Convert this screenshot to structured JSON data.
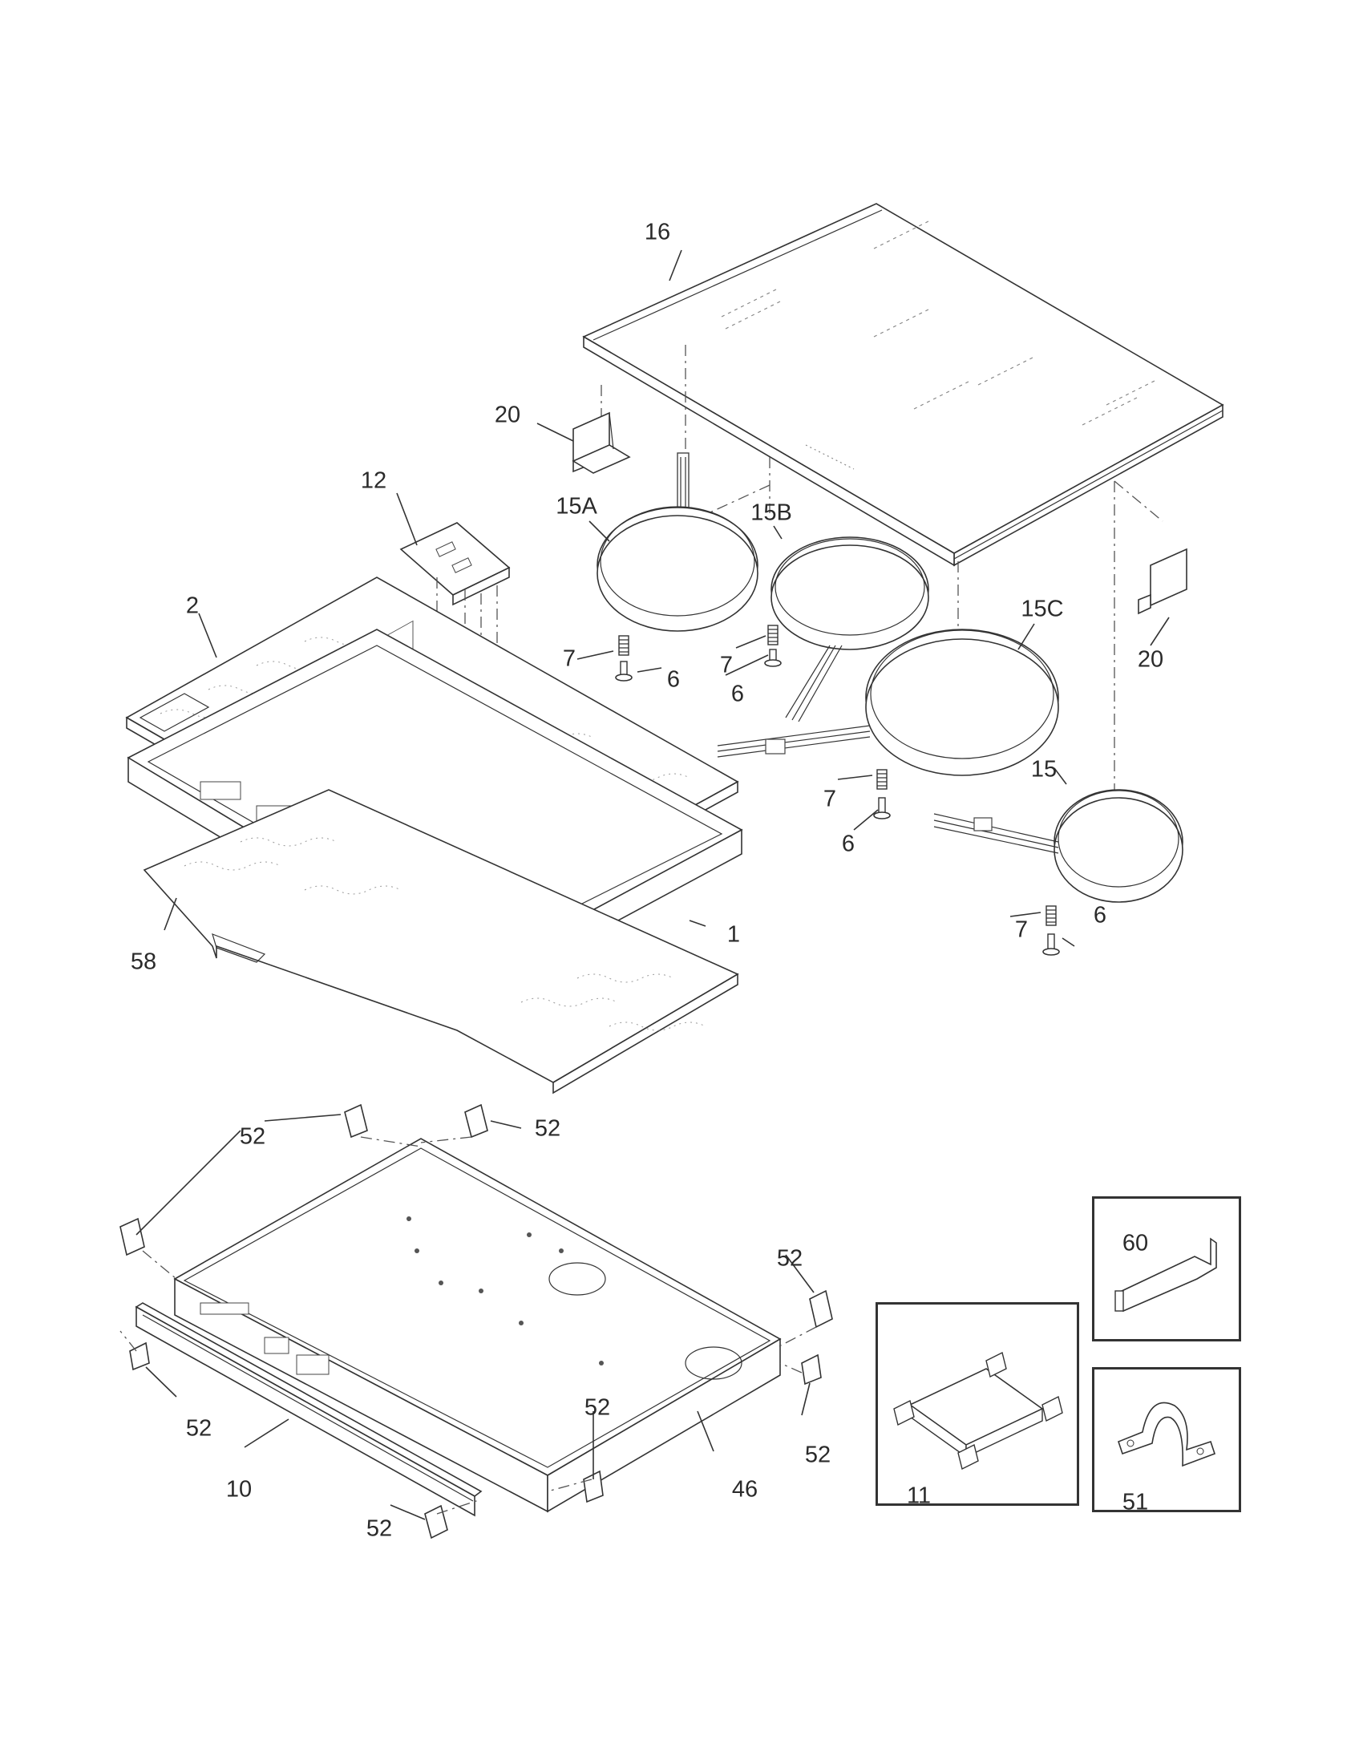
{
  "callouts": {
    "c16": "16",
    "c20a": "20",
    "c20b": "20",
    "c12": "12",
    "c15a": "15A",
    "c15b": "15B",
    "c15c": "15C",
    "c15": "15",
    "c2": "2",
    "c1": "1",
    "c58": "58",
    "c7a": "7",
    "c6a": "6",
    "c7b": "7",
    "c6b": "6",
    "c7c": "7",
    "c6c": "6",
    "c7d": "7",
    "c6d": "6",
    "c52a": "52",
    "c52b": "52",
    "c52c": "52",
    "c52d": "52",
    "c52e": "52",
    "c52f": "52",
    "c52g": "52",
    "c10": "10",
    "c46": "46"
  },
  "insets": {
    "i60": "60",
    "i11": "11",
    "i51": "51"
  }
}
